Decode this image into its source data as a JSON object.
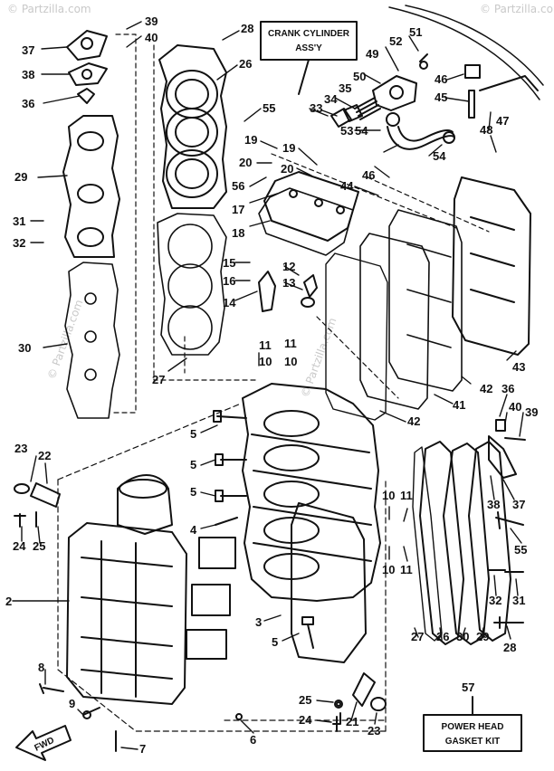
{
  "watermark": "© Partzilla.com",
  "boxes": {
    "crank_cylinder": {
      "line1": "CRANK CYLINDER",
      "line2": "ASS'Y"
    },
    "power_head": {
      "line1": "POWER HEAD",
      "line2": "GASKET KIT"
    }
  },
  "fwd_label": "FWD",
  "labels": [
    {
      "id": "l39a",
      "text": "39"
    },
    {
      "id": "l40a",
      "text": "40"
    },
    {
      "id": "l37a",
      "text": "37"
    },
    {
      "id": "l38a",
      "text": "38"
    },
    {
      "id": "l36a",
      "text": "36"
    },
    {
      "id": "l29a",
      "text": "29"
    },
    {
      "id": "l31a",
      "text": "31"
    },
    {
      "id": "l32a",
      "text": "32"
    },
    {
      "id": "l30",
      "text": "30"
    },
    {
      "id": "l28a",
      "text": "28"
    },
    {
      "id": "l26a",
      "text": "26"
    },
    {
      "id": "l55a",
      "text": "55"
    },
    {
      "id": "l19a",
      "text": "19"
    },
    {
      "id": "l19b",
      "text": "19"
    },
    {
      "id": "l20a",
      "text": "20"
    },
    {
      "id": "l20b",
      "text": "20"
    },
    {
      "id": "l56",
      "text": "56"
    },
    {
      "id": "l17",
      "text": "17"
    },
    {
      "id": "l18",
      "text": "18"
    },
    {
      "id": "l15",
      "text": "15"
    },
    {
      "id": "l16",
      "text": "16"
    },
    {
      "id": "l14",
      "text": "14"
    },
    {
      "id": "l12",
      "text": "12"
    },
    {
      "id": "l13",
      "text": "13"
    },
    {
      "id": "l27a",
      "text": "27"
    },
    {
      "id": "l11a",
      "text": "11"
    },
    {
      "id": "l10a",
      "text": "10"
    },
    {
      "id": "l11b",
      "text": "11"
    },
    {
      "id": "l10b",
      "text": "10"
    },
    {
      "id": "l52",
      "text": "52"
    },
    {
      "id": "l51",
      "text": "51"
    },
    {
      "id": "l49",
      "text": "49"
    },
    {
      "id": "l50",
      "text": "50"
    },
    {
      "id": "l35",
      "text": "35"
    },
    {
      "id": "l34",
      "text": "34"
    },
    {
      "id": "l33",
      "text": "33"
    },
    {
      "id": "l53",
      "text": "53"
    },
    {
      "id": "l54a",
      "text": "54"
    },
    {
      "id": "l54b",
      "text": "54"
    },
    {
      "id": "l46a",
      "text": "46"
    },
    {
      "id": "l45",
      "text": "45"
    },
    {
      "id": "l47",
      "text": "47"
    },
    {
      "id": "l48",
      "text": "48"
    },
    {
      "id": "l46b",
      "text": "46"
    },
    {
      "id": "l44",
      "text": "44"
    },
    {
      "id": "l43",
      "text": "43"
    },
    {
      "id": "l42a",
      "text": "42"
    },
    {
      "id": "l41",
      "text": "41"
    },
    {
      "id": "l42b",
      "text": "42"
    },
    {
      "id": "l5a",
      "text": "5"
    },
    {
      "id": "l5b",
      "text": "5"
    },
    {
      "id": "l5c",
      "text": "5"
    },
    {
      "id": "l4",
      "text": "4"
    },
    {
      "id": "l23a",
      "text": "23"
    },
    {
      "id": "l22",
      "text": "22"
    },
    {
      "id": "l24a",
      "text": "24"
    },
    {
      "id": "l25a",
      "text": "25"
    },
    {
      "id": "l2",
      "text": "2"
    },
    {
      "id": "l3",
      "text": "3"
    },
    {
      "id": "l5d",
      "text": "5"
    },
    {
      "id": "l8",
      "text": "8"
    },
    {
      "id": "l9",
      "text": "9"
    },
    {
      "id": "l7",
      "text": "7"
    },
    {
      "id": "l6",
      "text": "6"
    },
    {
      "id": "l25b",
      "text": "25"
    },
    {
      "id": "l24b",
      "text": "24"
    },
    {
      "id": "l21",
      "text": "21"
    },
    {
      "id": "l23b",
      "text": "23"
    },
    {
      "id": "l57",
      "text": "57"
    },
    {
      "id": "l10c",
      "text": "10"
    },
    {
      "id": "l11c",
      "text": "11"
    },
    {
      "id": "l10d",
      "text": "10"
    },
    {
      "id": "l11d",
      "text": "11"
    },
    {
      "id": "l36b",
      "text": "36"
    },
    {
      "id": "l40b",
      "text": "40"
    },
    {
      "id": "l39b",
      "text": "39"
    },
    {
      "id": "l38b",
      "text": "38"
    },
    {
      "id": "l37b",
      "text": "37"
    },
    {
      "id": "l55b",
      "text": "55"
    },
    {
      "id": "l27b",
      "text": "27"
    },
    {
      "id": "l26b",
      "text": "26"
    },
    {
      "id": "l30b",
      "text": "30"
    },
    {
      "id": "l29b",
      "text": "29"
    },
    {
      "id": "l32b",
      "text": "32"
    },
    {
      "id": "l31b",
      "text": "31"
    },
    {
      "id": "l28b",
      "text": "28"
    }
  ]
}
